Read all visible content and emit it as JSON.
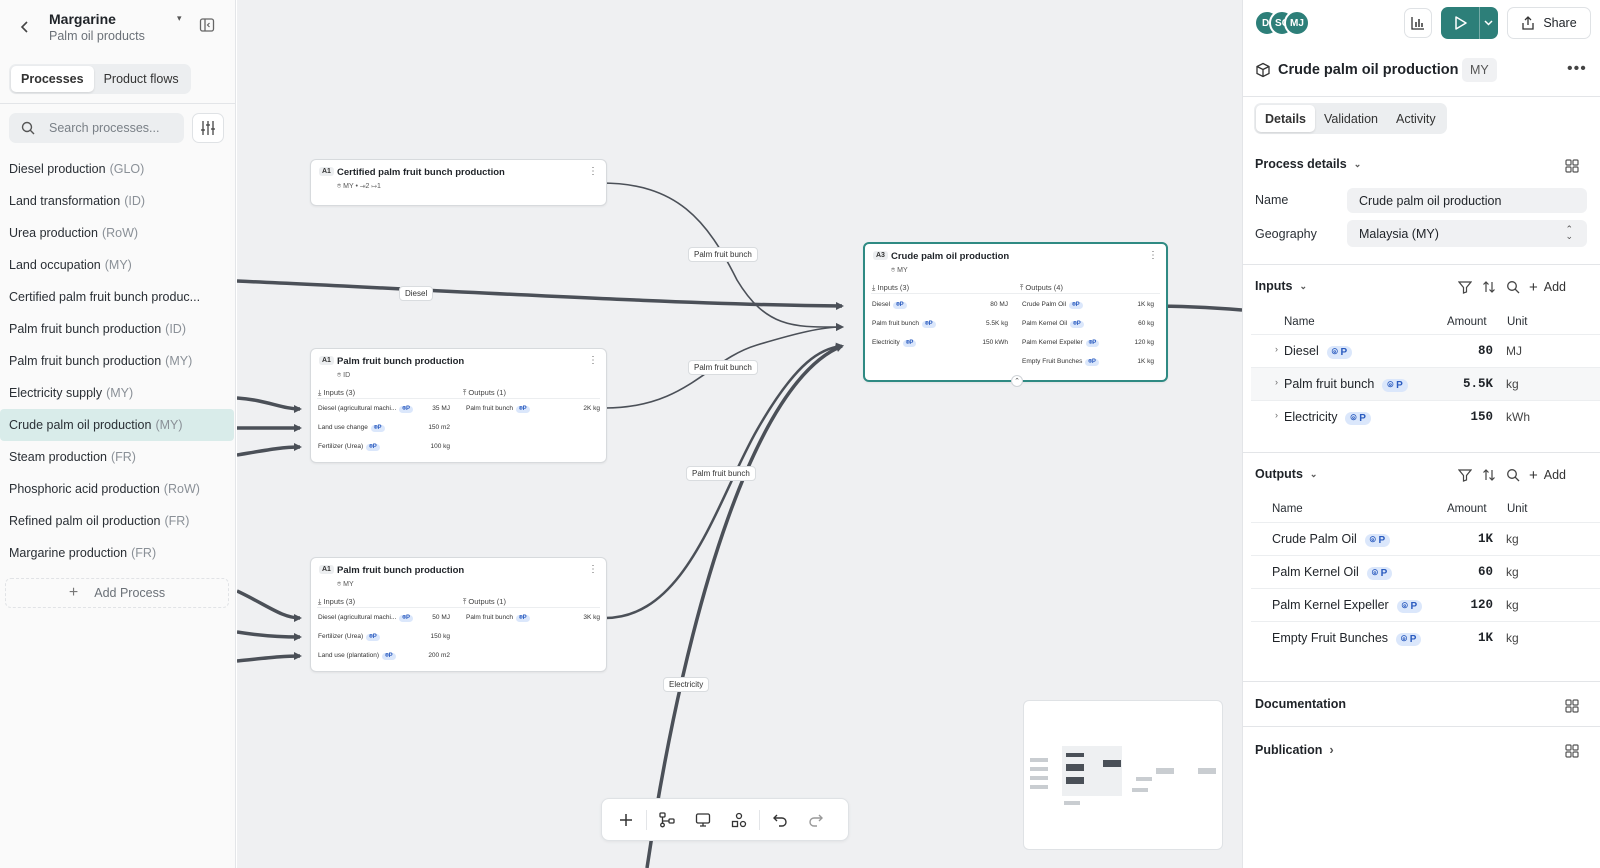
{
  "project": {
    "title": "Margarine",
    "subtitle": "Palm oil products"
  },
  "sidebar": {
    "tabs": [
      "Processes",
      "Product flows"
    ],
    "search_placeholder": "Search processes...",
    "items": [
      {
        "name": "Diesel production",
        "geo": "(GLO)"
      },
      {
        "name": "Land transformation",
        "geo": "(ID)"
      },
      {
        "name": "Urea production",
        "geo": "(RoW)"
      },
      {
        "name": "Land occupation",
        "geo": "(MY)"
      },
      {
        "name": "Certified palm fruit bunch produc...",
        "geo": ""
      },
      {
        "name": "Palm fruit bunch production",
        "geo": "(ID)"
      },
      {
        "name": "Palm fruit bunch production",
        "geo": "(MY)"
      },
      {
        "name": "Electricity supply",
        "geo": "(MY)"
      },
      {
        "name": "Crude palm oil production",
        "geo": "(MY)"
      },
      {
        "name": "Steam production",
        "geo": "(FR)"
      },
      {
        "name": "Phosphoric acid production",
        "geo": "(RoW)"
      },
      {
        "name": "Refined palm oil production",
        "geo": "(FR)"
      },
      {
        "name": "Margarine production",
        "geo": "(FR)"
      }
    ],
    "add_label": "Add Process"
  },
  "canvas": {
    "edge_labels": {
      "palm1": "Palm fruit bunch",
      "palm2": "Palm fruit bunch",
      "palm3": "Palm fruit bunch",
      "diesel": "Diesel",
      "electricity": "Electricity"
    },
    "node_certified": {
      "badge": "A1",
      "title": "Certified palm fruit bunch production",
      "geo": "MY",
      "inputs_count": "2",
      "outputs_count": "1"
    },
    "node_pfb_id": {
      "badge": "A1",
      "title": "Palm fruit bunch production",
      "geo": "ID",
      "inputs_label": "Inputs (3)",
      "outputs_label": "Outputs (1)",
      "inputs": [
        {
          "name": "Diesel (agricultural machi...",
          "amount": "35 MJ"
        },
        {
          "name": "Land use change",
          "amount": "150 m2"
        },
        {
          "name": "Fertilizer (Urea)",
          "amount": "100 kg"
        }
      ],
      "outputs": [
        {
          "name": "Palm fruit bunch",
          "amount": "2K kg"
        }
      ]
    },
    "node_pfb_my": {
      "badge": "A1",
      "title": "Palm fruit bunch production",
      "geo": "MY",
      "inputs_label": "Inputs (3)",
      "outputs_label": "Outputs (1)",
      "inputs": [
        {
          "name": "Diesel (agricultural machi...",
          "amount": "50 MJ"
        },
        {
          "name": "Fertilizer (Urea)",
          "amount": "150 kg"
        },
        {
          "name": "Land use (plantation)",
          "amount": "200 m2"
        }
      ],
      "outputs": [
        {
          "name": "Palm fruit bunch",
          "amount": "3K kg"
        }
      ]
    },
    "node_cpo": {
      "badge": "A3",
      "title": "Crude palm oil production",
      "geo": "MY",
      "inputs_label": "Inputs (3)",
      "outputs_label": "Outputs (4)",
      "inputs": [
        {
          "name": "Diesel",
          "amount": "80 MJ"
        },
        {
          "name": "Palm fruit bunch",
          "amount": "5.5K kg"
        },
        {
          "name": "Electricity",
          "amount": "150 kWh"
        }
      ],
      "outputs": [
        {
          "name": "Crude Palm Oil",
          "amount": "1K kg"
        },
        {
          "name": "Palm Kernel Oil",
          "amount": "60 kg"
        },
        {
          "name": "Palm Kernel Expeller",
          "amount": "120 kg"
        },
        {
          "name": "Empty Fruit Bunches",
          "amount": "1K kg"
        }
      ]
    }
  },
  "panel": {
    "avatars": [
      "DI",
      "SC",
      "MJ"
    ],
    "share_label": "Share",
    "title": "Crude palm oil production",
    "geo_badge": "MY",
    "tabs": [
      "Details",
      "Validation",
      "Activity"
    ],
    "process_details_label": "Process details",
    "name_label": "Name",
    "name_value": "Crude palm oil production",
    "geography_label": "Geography",
    "geography_value": "Malaysia (MY)",
    "inputs_title": "Inputs",
    "outputs_title": "Outputs",
    "add_label": "Add",
    "col_name": "Name",
    "col_amount": "Amount",
    "col_unit": "Unit",
    "inputs": [
      {
        "name": "Diesel",
        "amount": "80",
        "unit": "MJ"
      },
      {
        "name": "Palm fruit bunch",
        "amount": "5.5K",
        "unit": "kg"
      },
      {
        "name": "Electricity",
        "amount": "150",
        "unit": "kWh"
      }
    ],
    "outputs": [
      {
        "name": "Crude Palm Oil",
        "amount": "1K",
        "unit": "kg"
      },
      {
        "name": "Palm Kernel Oil",
        "amount": "60",
        "unit": "kg"
      },
      {
        "name": "Palm Kernel Expeller",
        "amount": "120",
        "unit": "kg"
      },
      {
        "name": "Empty Fruit Bunches",
        "amount": "1K",
        "unit": "kg"
      }
    ],
    "documentation_label": "Documentation",
    "publication_label": "Publication",
    "badge_text": "P"
  },
  "colors": {
    "accent": "#2d7f79",
    "selected_row": "#d9ecea",
    "tag": "#dbe7fb"
  }
}
